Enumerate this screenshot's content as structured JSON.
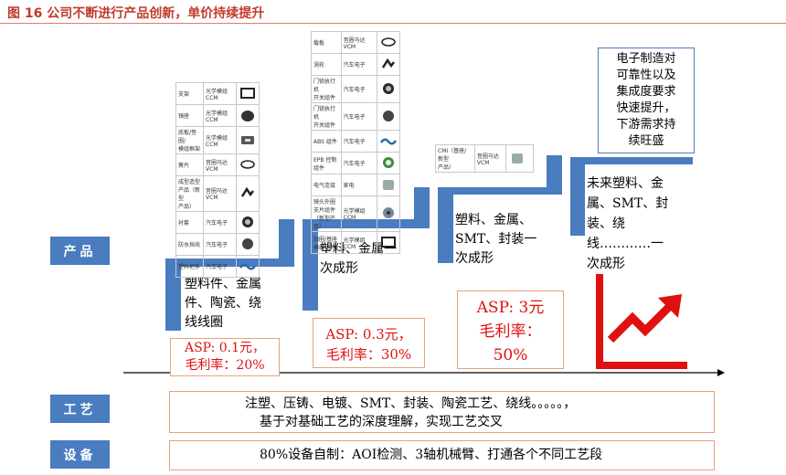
{
  "title": "图 16 公司不断进行产品创新，单价持续提升",
  "row_labels": {
    "product": "产品",
    "process": "工艺",
    "equipment": "设备"
  },
  "process_text": [
    "注塑、压铸、电镀、SMT、封装、陶瓷工艺、绕线。。。。。，",
    "基于对基础工艺的深度理解，实现工艺交叉"
  ],
  "equipment_text": "80%设备自制：AOI检测、3轴机械臂、打通各个不同工艺段",
  "stages": [
    {
      "tech": [
        "塑料件、金属",
        "件、陶瓷、绕",
        "线线圈"
      ],
      "asp": "ASP: 0.1元，",
      "margin": "毛利率：20%"
    },
    {
      "tech": [
        "塑料、金属一",
        "次成形"
      ],
      "asp": "ASP: 0.3元，",
      "margin": "毛利率：30%"
    },
    {
      "tech": [
        "塑料、金属、",
        "SMT、封装一",
        "次成形"
      ],
      "asp": "ASP: 3元",
      "margin_a": "毛利率：",
      "margin_b": "50%"
    },
    {
      "tech": [
        "未来塑料、金",
        "属、SMT、封",
        "装、绕",
        "线…………一",
        "次成形"
      ]
    }
  ],
  "callout": [
    "电子制造对",
    "可靠性以及",
    "集成度要求",
    "快速提升，",
    "下游需求持",
    "续旺盛"
  ],
  "table1": [
    [
      "支架",
      "光学模组CCM"
    ],
    [
      "镜座",
      "光学模组CCM"
    ],
    [
      "底板/垫圈/\n模组框架",
      "光学模组CCM"
    ],
    [
      "簧片",
      "音圈马达VCM"
    ],
    [
      "成型造型\n产品（新型\n产品）",
      "音圈马达VCM"
    ],
    [
      "衬套",
      "汽车电子"
    ],
    [
      "防水挡块",
      "汽车电子"
    ],
    [
      "塑料把手",
      "汽车电子"
    ]
  ],
  "table2": [
    [
      "载板",
      "音圈马达VCM"
    ],
    [
      "涡轮",
      "汽车电子"
    ],
    [
      "门锁执行机\n开关组件",
      "汽车电子"
    ],
    [
      "门锁执行机\n开关组件",
      "汽车电子"
    ],
    [
      "ABS 组件",
      "汽车电子"
    ],
    [
      "EPB 控制\n组件",
      "汽车电子"
    ],
    [
      "电气连接",
      "家电"
    ],
    [
      "镜头外圈\n支片组件\n（新型产\n品）",
      "光学模组CCM"
    ],
    [
      "动圈/基座\n模组组件",
      "光学模组CCM"
    ]
  ],
  "table3": [
    [
      "CMI（基座/\n新型\n产品）",
      "音圈马达\nVCM"
    ]
  ],
  "colors": {
    "blue": "#4a7cc0",
    "red": "#e01010",
    "title_red": "#c23a2c",
    "border": "#e8a27a"
  }
}
